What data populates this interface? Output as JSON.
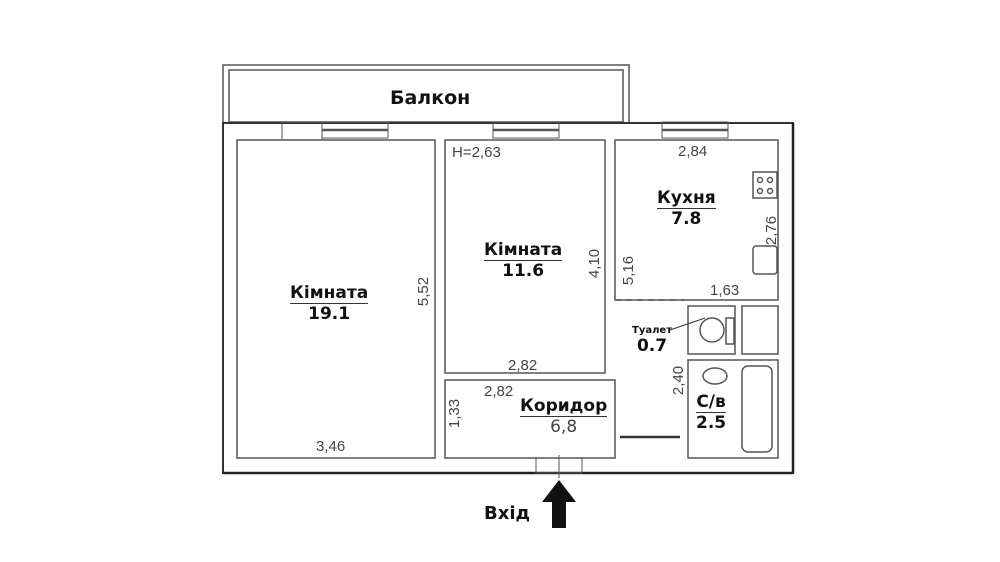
{
  "plan": {
    "balcony": "Балкон",
    "ceiling_height": "H=2,63",
    "entrance": "Вхід",
    "rooms": [
      {
        "name": "Кімната",
        "area": "19.1",
        "dims": [
          "3,46",
          "5,52"
        ]
      },
      {
        "name": "Кімната",
        "area": "11.6",
        "dims": [
          "2,82",
          "4,10"
        ]
      },
      {
        "name": "Кухня",
        "area": "7.8",
        "dims": [
          "2,84",
          "2,76",
          "1,63",
          "5,16"
        ]
      },
      {
        "name": "Туалет",
        "area": "0.7"
      },
      {
        "name": "С/в",
        "area": "2.5",
        "dims": [
          "2,40"
        ]
      },
      {
        "name": "Коридор",
        "area": "6,8",
        "dims": [
          "2,82",
          "1,33"
        ]
      }
    ]
  }
}
